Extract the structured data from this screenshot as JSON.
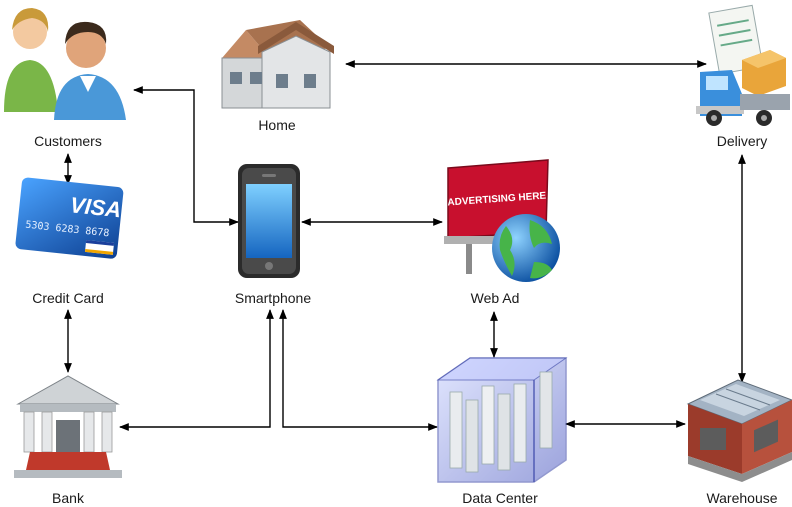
{
  "nodes": {
    "customers": "Customers",
    "home": "Home",
    "delivery": "Delivery",
    "credit_card": "Credit Card",
    "smartphone": "Smartphone",
    "web_ad": "Web Ad",
    "bank": "Bank",
    "data_center": "Data Center",
    "warehouse": "Warehouse"
  },
  "icons": {
    "customers": "people-icon",
    "home": "house-icon",
    "delivery": "delivery-truck-icon",
    "credit_card": "credit-card-icon",
    "smartphone": "smartphone-icon",
    "web_ad": "billboard-globe-icon",
    "bank": "bank-icon",
    "data_center": "server-rack-icon",
    "warehouse": "warehouse-icon"
  },
  "credit_card": {
    "brand": "VISA",
    "number_fragment": "5303 6283 8678"
  },
  "web_ad": {
    "billboard_text": "ADVERTISING HERE"
  },
  "connections": [
    [
      "smartphone",
      "customers"
    ],
    [
      "customers",
      "credit_card"
    ],
    [
      "home",
      "delivery"
    ],
    [
      "credit_card",
      "bank"
    ],
    [
      "smartphone",
      "web_ad"
    ],
    [
      "smartphone",
      "bank"
    ],
    [
      "smartphone",
      "data_center"
    ],
    [
      "web_ad",
      "data_center"
    ],
    [
      "data_center",
      "warehouse"
    ],
    [
      "delivery",
      "warehouse"
    ]
  ],
  "colors": {
    "line": "#000000",
    "house_roof": "#b07a5a",
    "truck_cab": "#3a8fdc",
    "card_blue": "#1f5fb8",
    "phone_screen": "#3aa0e8",
    "billboard_red": "#c8102e",
    "globe_blue": "#2c7fd0",
    "bank_red": "#c0392b",
    "server_box": "#5a67c9",
    "warehouse_brick": "#9b3b2b"
  }
}
